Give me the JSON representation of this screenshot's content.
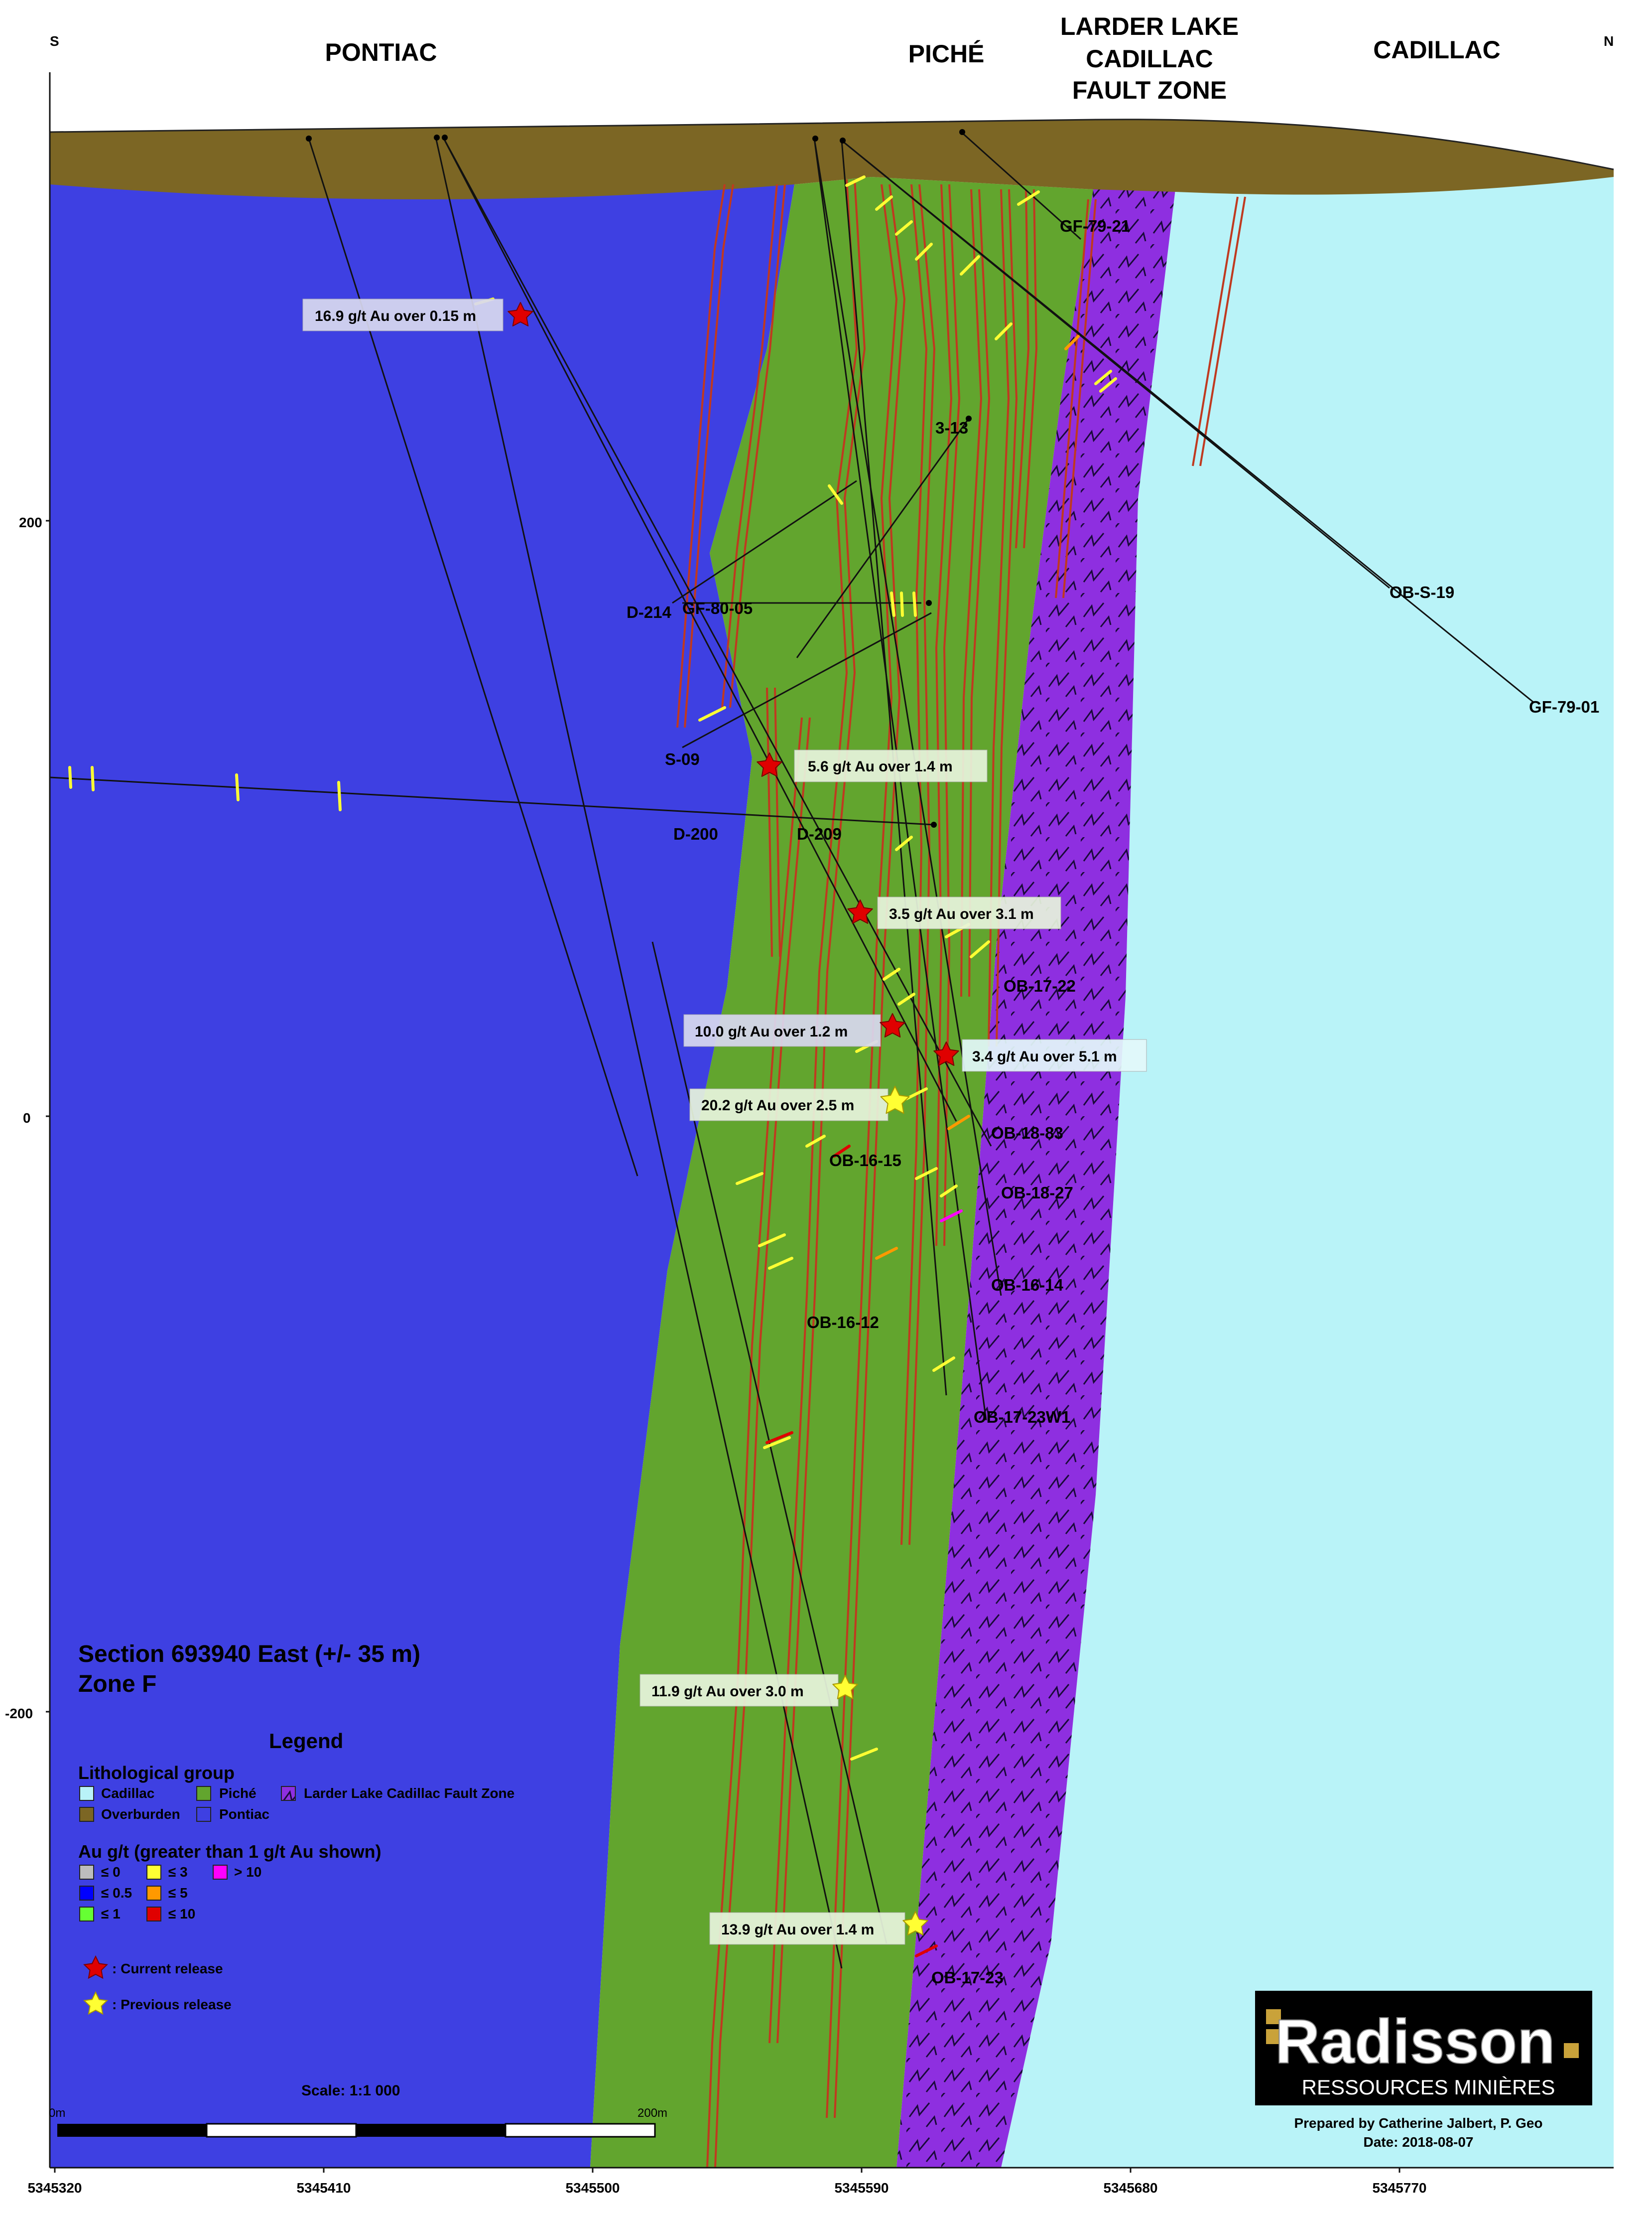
{
  "compass": {
    "south": "S",
    "north": "N"
  },
  "regions": {
    "pontiac": "PONTIAC",
    "piche": "PICHÉ",
    "fault_zone": [
      "LARDER LAKE",
      "CADILLAC",
      "FAULT ZONE"
    ],
    "cadillac": "CADILLAC"
  },
  "section": {
    "title": "Section 693940 East (+/- 35 m)",
    "zone": "Zone F"
  },
  "legend": {
    "title": "Legend",
    "litho_heading": "Lithological group",
    "litho_items": [
      {
        "label": "Cadillac",
        "color": "#B9F3F8"
      },
      {
        "label": "Piché",
        "color": "#62A52E"
      },
      {
        "label": "Larder Lake Cadillac Fault Zone",
        "color": "#8E2FE0"
      },
      {
        "label": "Overburden",
        "color": "#7C6624"
      },
      {
        "label": "Pontiac",
        "color": "#3E40E2"
      }
    ],
    "au_heading": "Au g/t (greater than 1 g/t Au shown)",
    "au_items": [
      {
        "label": "≤ 0",
        "color": "#BDBDBD"
      },
      {
        "label": "≤ 3",
        "color": "#FFFF33"
      },
      {
        "label": "> 10",
        "color": "#FF00FF"
      },
      {
        "label": "≤ 0.5",
        "color": "#0000FF"
      },
      {
        "label": "≤ 5",
        "color": "#FF9900"
      },
      {
        "label": "≤ 1",
        "color": "#66FF33"
      },
      {
        "label": "≤ 10",
        "color": "#E00000"
      }
    ],
    "current_release": ": Current release",
    "previous_release": ": Previous release"
  },
  "scale": {
    "label": "Scale: 1:1 000",
    "start": "0m",
    "end": "200m"
  },
  "axes": {
    "y_ticks": [
      "200",
      "0",
      "-200"
    ],
    "x_ticks": [
      "5345320",
      "5345410",
      "5345500",
      "5345590",
      "5345680",
      "5345770"
    ]
  },
  "holes": [
    "GF-79-21",
    "3-13",
    "OB-S-19",
    "GF-79-01",
    "D-214",
    "GF-80-05",
    "S-09",
    "D-200",
    "D-209",
    "OB-17-22",
    "OB-18-83",
    "OB-16-15",
    "OB-18-27",
    "OB-16-14",
    "OB-16-12",
    "OB-17-23W1",
    "OB-17-23"
  ],
  "assays": [
    {
      "text": "16.9 g/t Au over 0.15 m",
      "release": "current"
    },
    {
      "text": "5.6 g/t Au over 1.4 m",
      "release": "current"
    },
    {
      "text": "3.5 g/t Au over 3.1 m",
      "release": "current"
    },
    {
      "text": "10.0 g/t Au over 1.2 m",
      "release": "current"
    },
    {
      "text": "3.4 g/t Au over 5.1 m",
      "release": "current"
    },
    {
      "text": "20.2 g/t Au over 2.5 m",
      "release": "previous"
    },
    {
      "text": "11.9 g/t Au over 3.0 m",
      "release": "previous"
    },
    {
      "text": "13.9 g/t Au over 1.4 m",
      "release": "previous"
    }
  ],
  "logo": {
    "brand": "Radisson",
    "sub": "RESSOURCES MINIÈRES"
  },
  "credit": {
    "prepared": "Prepared by Catherine Jalbert, P. Geo",
    "date": "Date: 2018-08-07"
  }
}
